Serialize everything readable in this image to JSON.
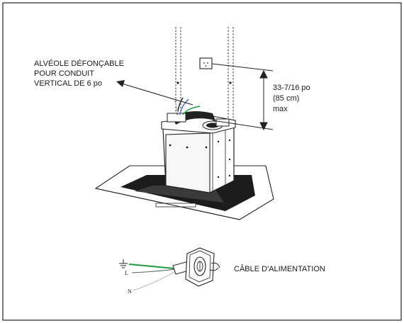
{
  "callouts": {
    "knockout_line1": "ALVÉOLE DÉFONÇABLE",
    "knockout_line2": "POUR CONDUIT",
    "knockout_line3": "VERTICAL DE 6 po",
    "height_line1": "33-7/16 po",
    "height_line2": "(85 cm)",
    "height_line3": "max",
    "power_cable": "CÂBLE D'ALIMENTATION"
  },
  "wiring": {
    "live": "L",
    "neutral": "N"
  },
  "colors": {
    "ground_wire": "#1f9a3a",
    "neutral_wire": "#bdbdbd",
    "outline": "#1a1a1a"
  }
}
